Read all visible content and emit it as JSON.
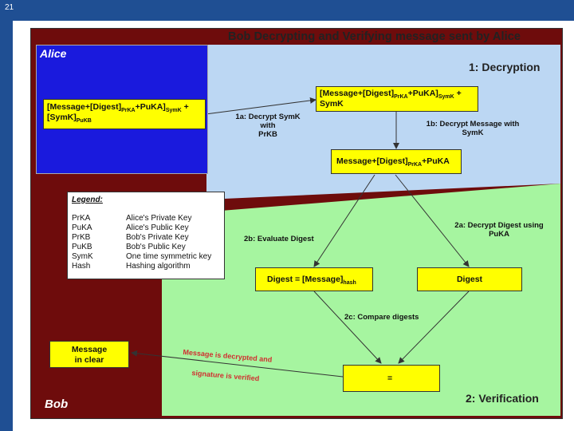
{
  "slide_number": "21",
  "title": "Bob Decrypting and Verifying message sent by Alice",
  "regions": {
    "alice": "Alice",
    "bob": "Bob",
    "decryption": "1: Decryption",
    "verification": "2: Verification"
  },
  "boxes": {
    "alice_msg_line1_a": "[Message+[Digest]",
    "alice_msg_line1_sub1": "PrKA",
    "alice_msg_line1_b": "+PuKA]",
    "alice_msg_line1_sub2": "SymK",
    "alice_msg_line1_c": " +",
    "alice_msg_line2_a": "[SymK]",
    "alice_msg_line2_sub": "PuKB",
    "received_line1_a": "[Message+[Digest]",
    "received_line1_sub1": "PrKA",
    "received_line1_b": "+PuKA]",
    "received_line1_sub2": "SymK",
    "received_line1_c": " +",
    "received_line2": "SymK",
    "decrypted_a": "Message+[Digest]",
    "decrypted_sub": "PrKA",
    "decrypted_b": "+PuKA",
    "digest_hash_a": "Digest = [Message]",
    "digest_hash_sub": "hash",
    "digest": "Digest",
    "equal": "=",
    "message_clear_line1": "Message",
    "message_clear_line2": "in clear"
  },
  "steps": {
    "s1a_line1": "1a: Decrypt SymK",
    "s1a_line2": "with",
    "s1a_line3": "PrKB",
    "s1b_line1": "1b: Decrypt Message with",
    "s1b_line2": "SymK",
    "s2a_line1": "2a: Decrypt Digest using",
    "s2a_line2": "PuKA",
    "s2b": "2b: Evaluate Digest",
    "s2c": "2c: Compare digests"
  },
  "note": {
    "line1": "Message is decrypted and",
    "line2": "signature is verified"
  },
  "legend": {
    "title": "Legend:",
    "items": [
      {
        "abbr": "PrKA",
        "desc": "Alice's Private Key"
      },
      {
        "abbr": "PuKA",
        "desc": "Alice's Public Key"
      },
      {
        "abbr": "PrKB",
        "desc": "Bob's Private Key"
      },
      {
        "abbr": "PuKB",
        "desc": "Bob's Public Key"
      },
      {
        "abbr": "SymK",
        "desc": "One time symmetric key"
      },
      {
        "abbr": "Hash",
        "desc": "Hashing algorithm"
      }
    ]
  },
  "colors": {
    "slide_bg": "#1f4f93",
    "bob_region": "#6e0c0c",
    "alice_region": "#1a1add",
    "decryption_region": "#bcd7f3",
    "verification_region": "#a6f5a0",
    "box_fill": "#ffff00",
    "note_text": "#d03030"
  }
}
